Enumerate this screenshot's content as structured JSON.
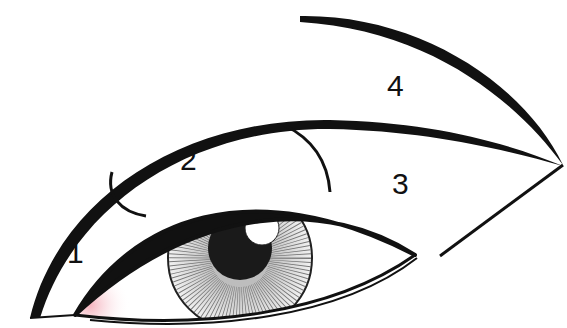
{
  "diagram": {
    "labels": [
      "4",
      "2",
      "3",
      "1"
    ]
  }
}
